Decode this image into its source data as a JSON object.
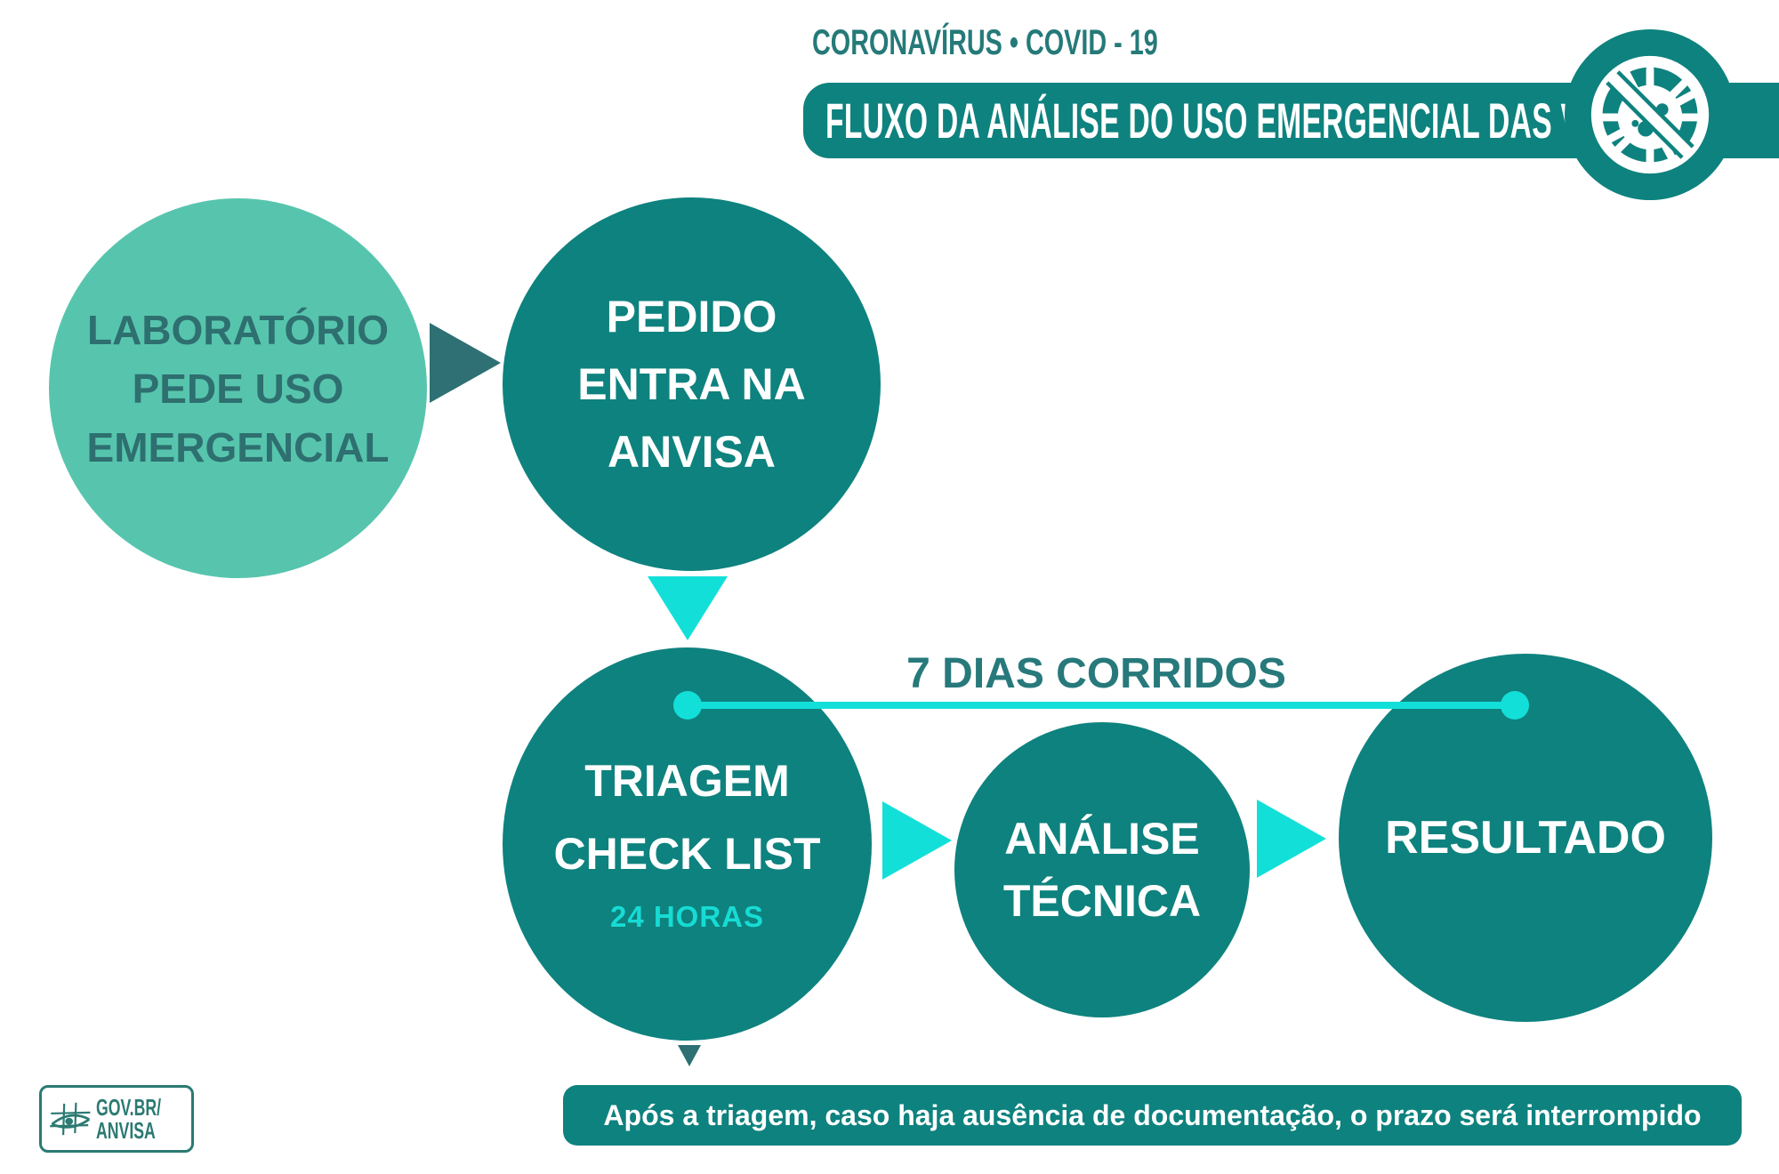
{
  "colors": {
    "teal": "#0e827e",
    "light_green": "#57c5ad",
    "cyan": "#13dfd9",
    "dark_slate_teal": "#2e7073",
    "text_teal": "#27797b",
    "white": "#ffffff"
  },
  "header": {
    "kicker": "CORONAVÍRUS • COVID - 19",
    "title": "FLUXO DA ANÁLISE DO USO EMERGENCIAL DAS VACINAS"
  },
  "icons": {
    "virus": "no-virus-icon",
    "anvisa": "anvisa-logo-icon"
  },
  "flow": {
    "step1": {
      "lines": [
        "LABORATÓRIO",
        "PEDE USO",
        "EMERGENCIAL"
      ]
    },
    "step2": {
      "lines": [
        "PEDIDO",
        "ENTRA NA",
        "ANVISA"
      ]
    },
    "step3": {
      "lines": [
        "TRIAGEM",
        "CHECK LIST"
      ],
      "duration": "24 HORAS"
    },
    "step4": {
      "lines": [
        "ANÁLISE",
        "TÉCNICA"
      ]
    },
    "step5": {
      "lines": [
        "RESULTADO"
      ]
    },
    "timeline_label": "7 DIAS CORRIDOS"
  },
  "footer": {
    "note": "Após a triagem, caso haja ausência de documentação, o prazo será interrompido",
    "logo": {
      "line1": "GOV.BR/",
      "line2": "ANVISA"
    }
  }
}
